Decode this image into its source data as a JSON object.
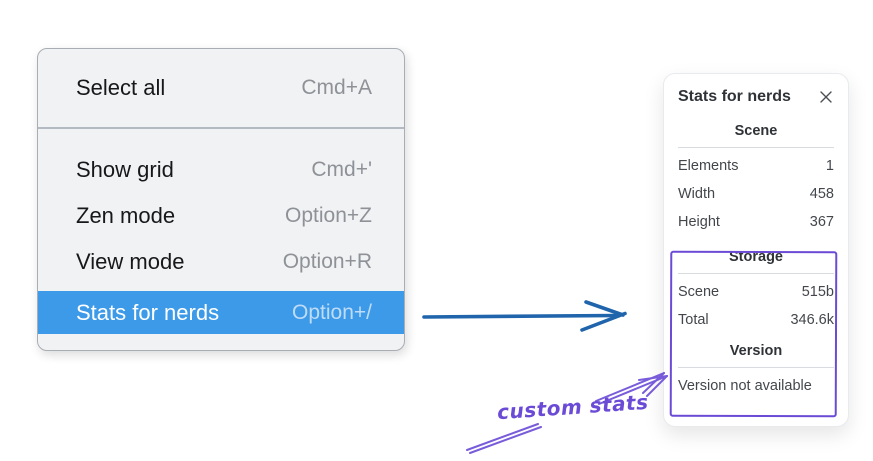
{
  "context_menu": {
    "items": [
      {
        "label": "Select all",
        "shortcut": "Cmd+A"
      },
      {
        "label": "Show grid",
        "shortcut": "Cmd+'"
      },
      {
        "label": "Zen mode",
        "shortcut": "Option+Z"
      },
      {
        "label": "View mode",
        "shortcut": "Option+R"
      },
      {
        "label": "Stats for nerds",
        "shortcut": "Option+/",
        "highlighted": true
      }
    ]
  },
  "stats_panel": {
    "title": "Stats for nerds",
    "sections": [
      {
        "title": "Scene",
        "rows": [
          {
            "label": "Elements",
            "value": "1"
          },
          {
            "label": "Width",
            "value": "458"
          },
          {
            "label": "Height",
            "value": "367"
          }
        ]
      },
      {
        "title": "Storage",
        "rows": [
          {
            "label": "Scene",
            "value": "515b"
          },
          {
            "label": "Total",
            "value": "346.6k"
          }
        ]
      },
      {
        "title": "Version",
        "note": "Version not available"
      }
    ]
  },
  "annotation": {
    "label": "custom stats"
  },
  "colors": {
    "menu_highlight": "#3d9ae8",
    "flow_arrow": "#2065ac",
    "annotation": "#6b4bd6"
  }
}
